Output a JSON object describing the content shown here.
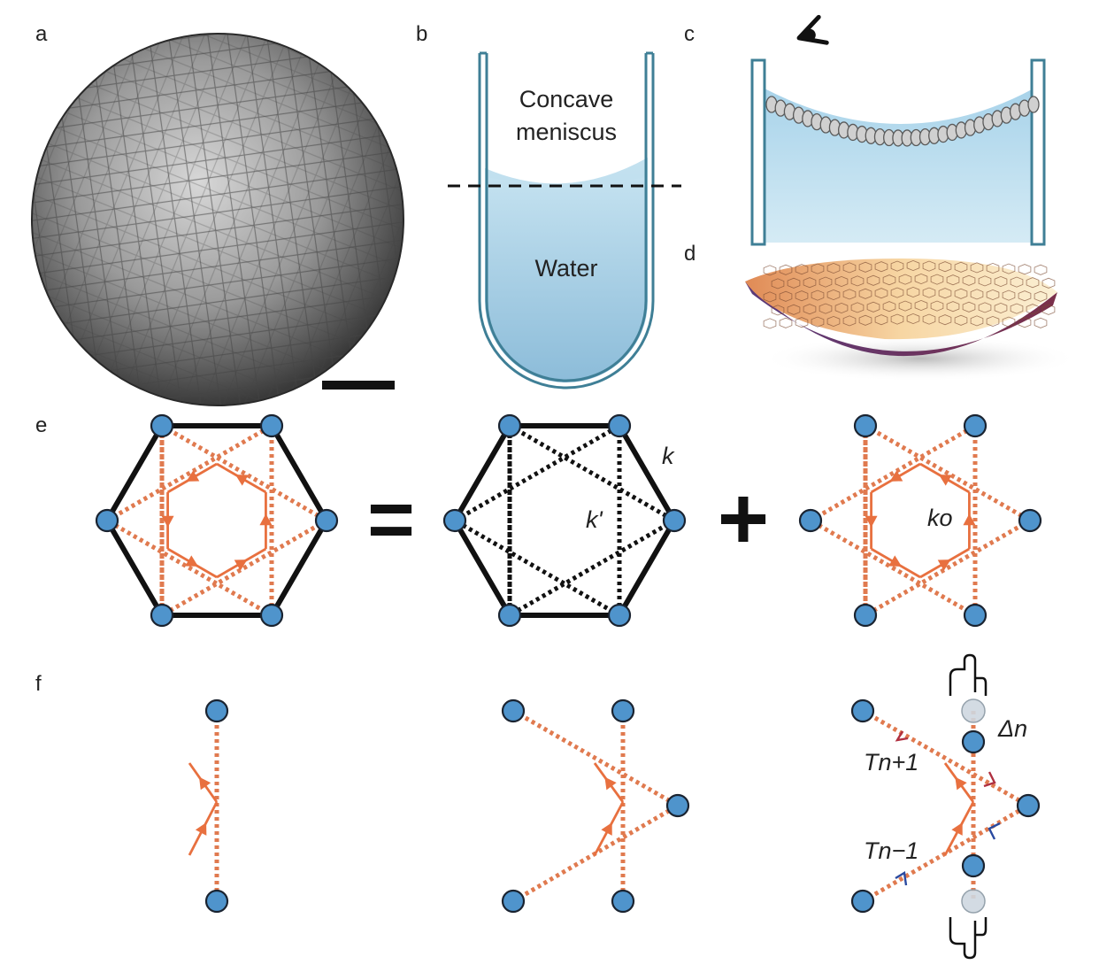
{
  "panels": {
    "a": "a",
    "b": "b",
    "c": "c",
    "d": "d",
    "e": "e",
    "f": "f"
  },
  "panel_b": {
    "meniscus_label_line1": "Concave",
    "meniscus_label_line2": "meniscus",
    "water_label": "Water"
  },
  "panel_e": {
    "operator_equals": "=",
    "operator_plus": "+",
    "spring_k": "k",
    "spring_k_prime": "k'",
    "spring_ko": "ko"
  },
  "panel_f": {
    "delta_label": "Δn",
    "tension_next": "Tn+1",
    "tension_prev": "Tn−1"
  },
  "colors": {
    "node_fill": "#4f94cc",
    "orange_bond": "#e07a4f",
    "water": "#a9d3e8",
    "glass": "#3f7f96"
  }
}
